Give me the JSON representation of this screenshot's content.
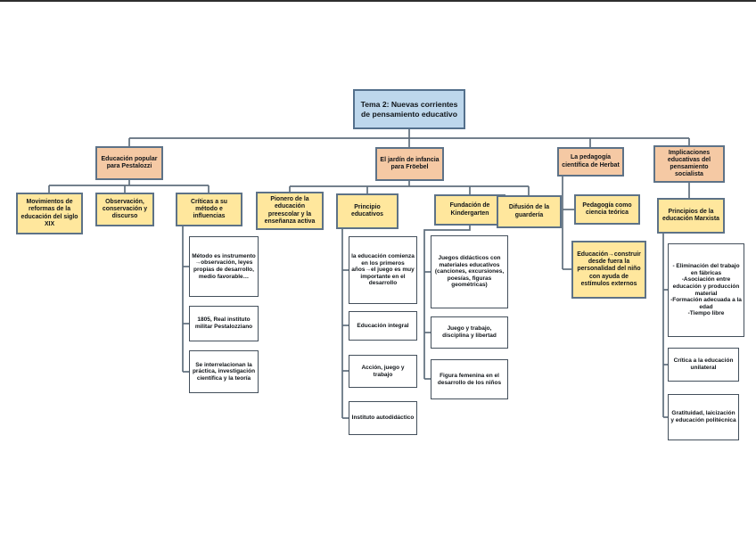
{
  "colors": {
    "root_fill": "#bdd7ec",
    "branch_fill": "#f5c9a4",
    "topic_fill": "#ffe79d",
    "detail_fill": "#ffffff",
    "colored_outline": "#5d7287",
    "detail_outline": "#434f5b",
    "connector": "#5f6e7d"
  },
  "tree": {
    "label": "Tema 2: Nuevas corrientes de pensamiento educativo",
    "children": [
      {
        "label": "Educación popular para Pestalozzi",
        "children": [
          {
            "label": "Movimientos de reformas de la educación del siglo XIX"
          },
          {
            "label": "Observación, conservación y discurso"
          },
          {
            "label": "Críticas a su método e influencias",
            "children": [
              {
                "label": "Método es instrumento →observación, leyes propias de desarrollo, medio favorable…"
              },
              {
                "label": "1805, Real instituto militar Pestalozziano"
              },
              {
                "label": "Se interrelacionan la práctica, investigación científica y la teoría"
              }
            ]
          }
        ]
      },
      {
        "label": "El jardín de infancia para Fröebel",
        "children": [
          {
            "label": "Pionero de la educación preescolar y la enseñanza activa"
          },
          {
            "label": "Principio educativos",
            "children": [
              {
                "label": "la educación comienza en los primeros años→el juego es muy importante en el desarrollo"
              },
              {
                "label": "Educación integral"
              },
              {
                "label": "Acción, juego y trabajo"
              },
              {
                "label": "Instituto autodidáctico"
              }
            ]
          },
          {
            "label": "Fundación de Kindergarten",
            "children": [
              {
                "label": "Juegos didácticos con materiales educativos (canciones, excursiones, poesías, figuras geométricas)"
              },
              {
                "label": "Juego y trabajo, disciplina y libertad"
              },
              {
                "label": "Figura femenina en el desarrollo de los niños"
              }
            ]
          },
          {
            "label": "Difusión de la guardería"
          }
        ]
      },
      {
        "label": "La pedagogía científica de Herbat",
        "children": [
          {
            "label": "Pedagogía como ciencia teórica"
          },
          {
            "label": "Educación→construir desde fuera la personalidad del niño con ayuda de estímulos externos"
          }
        ]
      },
      {
        "label": "Implicaciones educativas del pensamiento socialista",
        "children": [
          {
            "label": "Principios de la educación Marxista",
            "children": [
              {
                "label": "- Eliminación del trabajo en fábricas\n-Asociación entre educación y producción material\n-Formación adecuada a la edad\n-Tiempo libre"
              },
              {
                "label": "Crítica a la educación unilateral"
              },
              {
                "label": "Gratituidad, laicización y educación politécnica"
              }
            ]
          }
        ]
      }
    ]
  }
}
